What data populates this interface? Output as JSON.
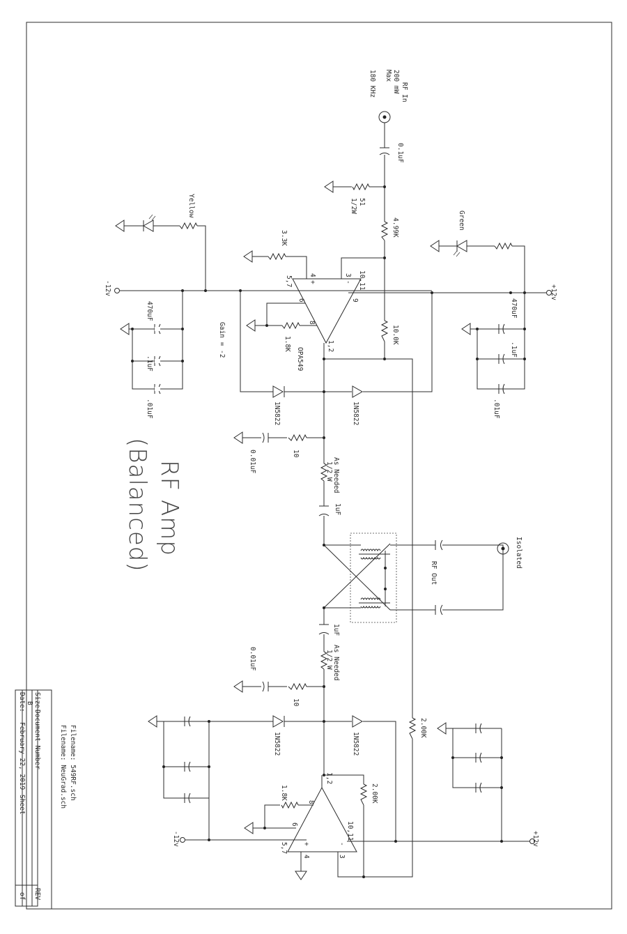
{
  "input": {
    "label": "RF In",
    "power": "200 mW",
    "power_max": "Max",
    "freq": "180 KHz"
  },
  "components": {
    "c_in": "0.1uF",
    "r51": "51",
    "r51_w": "1/2W",
    "r_4k99": "4.99K",
    "r_3k3": "3.3K",
    "r_1k8_top": "1.8K",
    "r_10k": "10.0K",
    "opamp": "OPA549",
    "led_yellow": "Yellow",
    "led_green": "Green",
    "c470_left": "470uF",
    "c01_left": ".1uF",
    "c001_left": ".01uF",
    "c470_right": "470uF",
    "c01_right": ".1uF",
    "c001_right": ".01uF",
    "diode1": "1N5822",
    "diode2": "1N5822",
    "diode3": "1N5822",
    "diode4": "1N5822",
    "r10_top": "10",
    "r10_bot": "10",
    "c0p01_top": "0.01uF",
    "c0p01_bot": "0.01uF",
    "as_needed_top": "As Needed",
    "half_w_top": "1/2 W",
    "c1u_top": "1uF",
    "as_needed_bot": "As Needed",
    "half_w_bot": "1/2 W",
    "c1u_bot": "1uF",
    "r_2k_right": "2.00K",
    "r_2k_bot": "2.00K",
    "r_1k8_bot": "1.8K"
  },
  "rails": {
    "neg_top": "-12v",
    "pos_top": "+12v",
    "neg_bot": "-12v",
    "pos_bot": "+12v"
  },
  "pins": {
    "p4_top": "4",
    "plus_top": "+",
    "p3_top": "3",
    "minus_top": "-",
    "p10_11_top": "10,11",
    "p9_top": "9",
    "p5_7_top": "5,7",
    "p6_top": "6",
    "p8_top": "8",
    "p12_top": "1,2",
    "p12_bot": "1,2",
    "p8_bot": "8",
    "p6_bot": "6",
    "p10_11_bot": "10,11",
    "p5_7_bot": "5,7",
    "plus_bot": "+",
    "minus_bot": "-",
    "p4_bot": "4",
    "p3_bot": "3"
  },
  "output": {
    "label": "RF Out",
    "isolated": "Isolated"
  },
  "notes": {
    "gain": "Gain = -2",
    "title1": "RF Amp",
    "title2": "(Balanced)"
  },
  "title_block": {
    "filename1": "Filename: 549RF.sch",
    "filename2": "Filename: NeuGrad.sch",
    "size_label": "Size",
    "size_value": "B",
    "docnum_label": "Document Number",
    "rev_label": "REV",
    "date_label": "Date:",
    "date_value": "February 22, 2019",
    "sheet_label": "Sheet",
    "of_label": "of"
  }
}
